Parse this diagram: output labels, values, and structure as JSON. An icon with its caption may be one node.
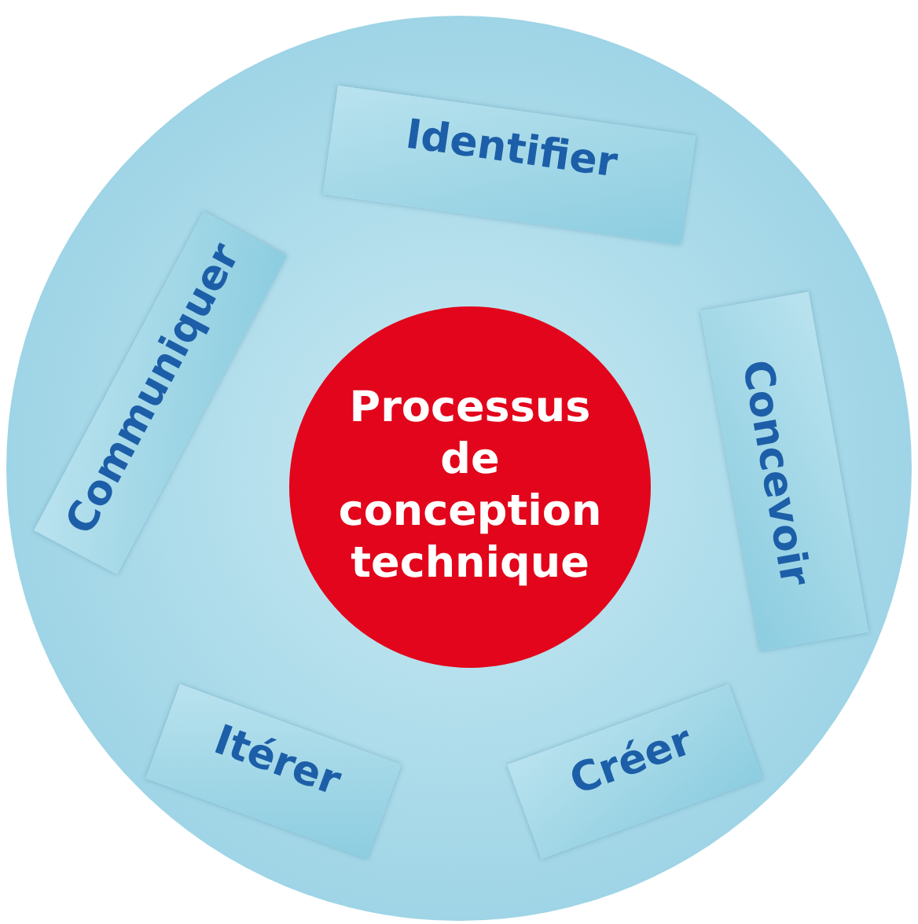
{
  "diagram": {
    "nodes": [
      {
        "text": [],
        "shape": "circle"
      },
      {
        "text": [
          "Processus de conception technique"
        ],
        "in": 0
      },
      {
        "text": [
          "Identifier"
        ],
        "in": 0
      },
      {
        "text": [
          "Concevoir"
        ],
        "in": 0
      },
      {
        "text": [
          "Créer"
        ],
        "in": 0
      },
      {
        "text": [
          "Itérer"
        ],
        "in": 0
      },
      {
        "text": [
          "Communiquer"
        ],
        "in": 0
      }
    ]
  }
}
